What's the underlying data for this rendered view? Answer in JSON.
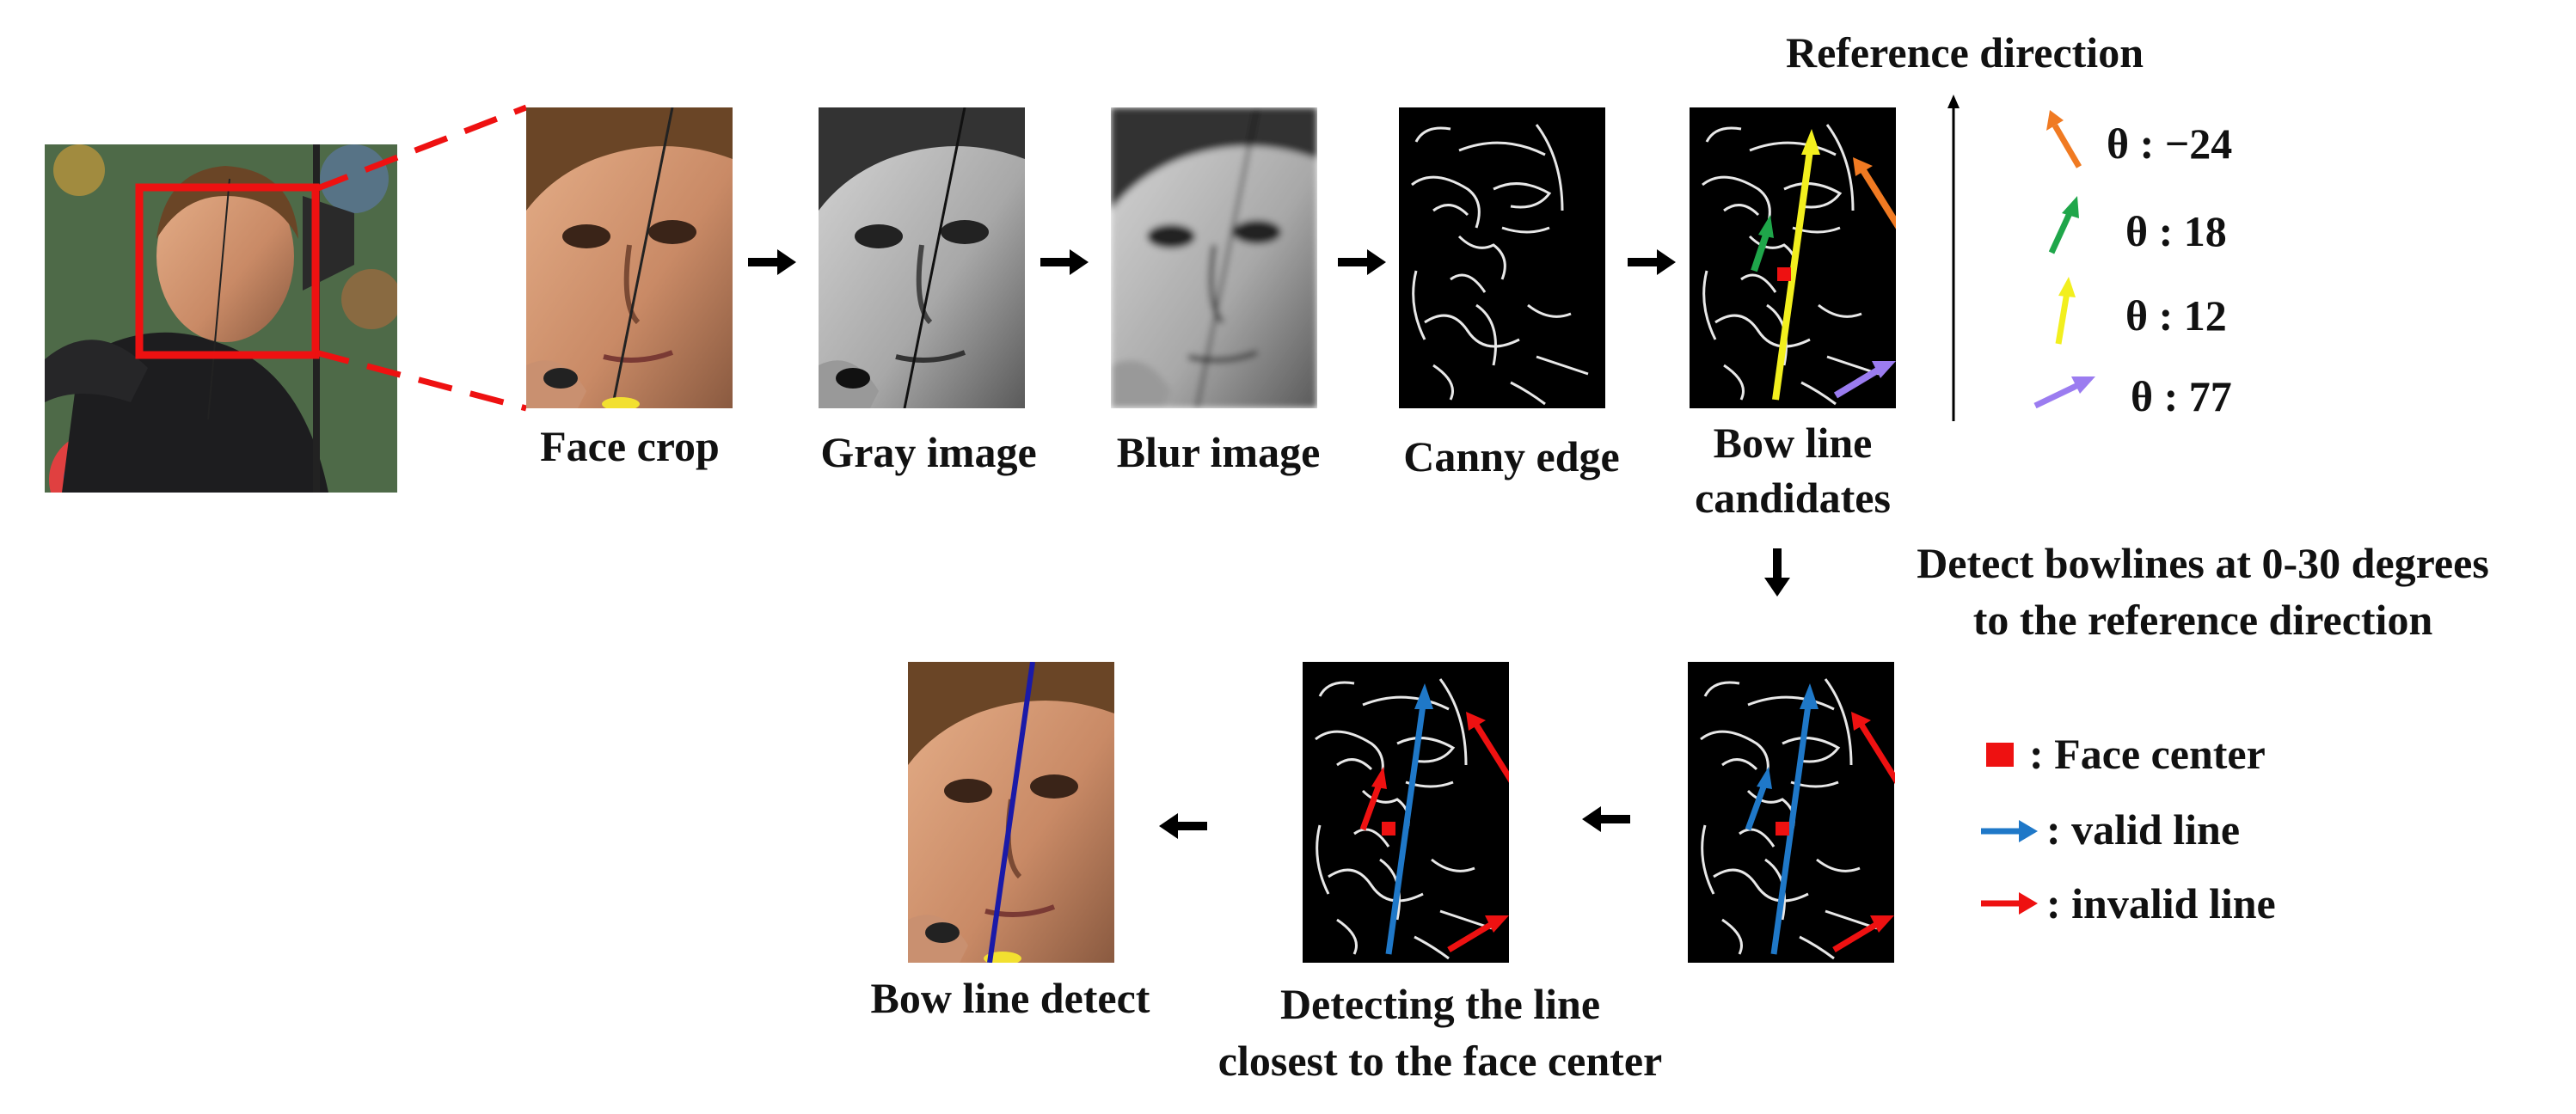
{
  "pipeline": {
    "face_crop": "Face crop",
    "gray_image": "Gray image",
    "blur_image": "Blur image",
    "canny_edge": "Canny edge",
    "bow_line_candidates_1": "Bow line",
    "bow_line_candidates_2": "candidates",
    "reference_direction": "Reference direction",
    "detect_step_1": "Detect bowlines at 0-30 degrees",
    "detect_step_2": "to the reference direction",
    "closest_1": "Detecting the line",
    "closest_2": "closest to the face center",
    "bow_line_detect": "Bow line detect"
  },
  "angles": [
    {
      "label": "θ : −24",
      "color": "#f07a22"
    },
    {
      "label": "θ : 18",
      "color": "#1fa64a"
    },
    {
      "label": "θ : 12",
      "color": "#f2ef1e"
    },
    {
      "label": "θ : 77",
      "color": "#9b7cf0"
    }
  ],
  "legend": {
    "face_center": ": Face center",
    "valid_line": ": valid line",
    "invalid_line": ": invalid line"
  },
  "colors": {
    "face_center": "#ee1111",
    "valid_line": "#1f78c8",
    "invalid_line": "#ee1111",
    "final_line": "#1a1aa8",
    "crop_box": "#ee1111"
  }
}
